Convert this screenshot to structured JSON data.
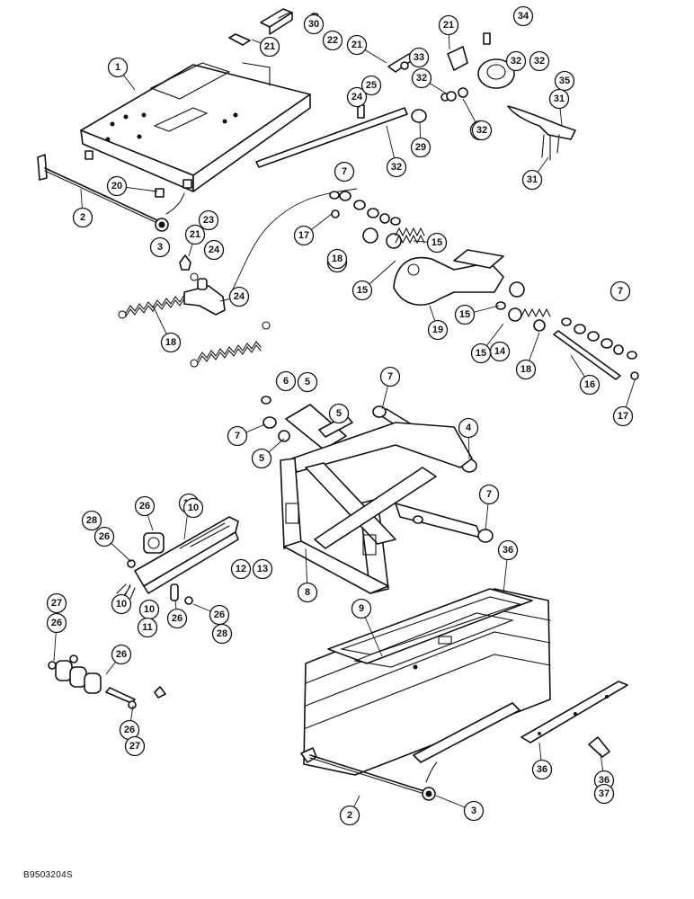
{
  "drawing_code": "B9503204S",
  "callouts": [
    "1",
    "21",
    "30",
    "22",
    "21",
    "21",
    "32",
    "34",
    "33",
    "32",
    "32",
    "24",
    "25",
    "32",
    "32",
    "35",
    "31",
    "29",
    "32",
    "31",
    "20",
    "2",
    "3",
    "7",
    "17",
    "23",
    "21",
    "24",
    "18",
    "14",
    "15",
    "15",
    "24",
    "18",
    "19",
    "15",
    "7",
    "14",
    "15",
    "18",
    "16",
    "17",
    "6",
    "5",
    "7",
    "7",
    "5",
    "5",
    "4",
    "7",
    "26",
    "10",
    "28",
    "26",
    "10",
    "12",
    "13",
    "10",
    "10",
    "11",
    "26",
    "26",
    "28",
    "8",
    "36",
    "9",
    "27",
    "26",
    "26",
    "26",
    "27",
    "2",
    "3",
    "36",
    "36",
    "37"
  ]
}
